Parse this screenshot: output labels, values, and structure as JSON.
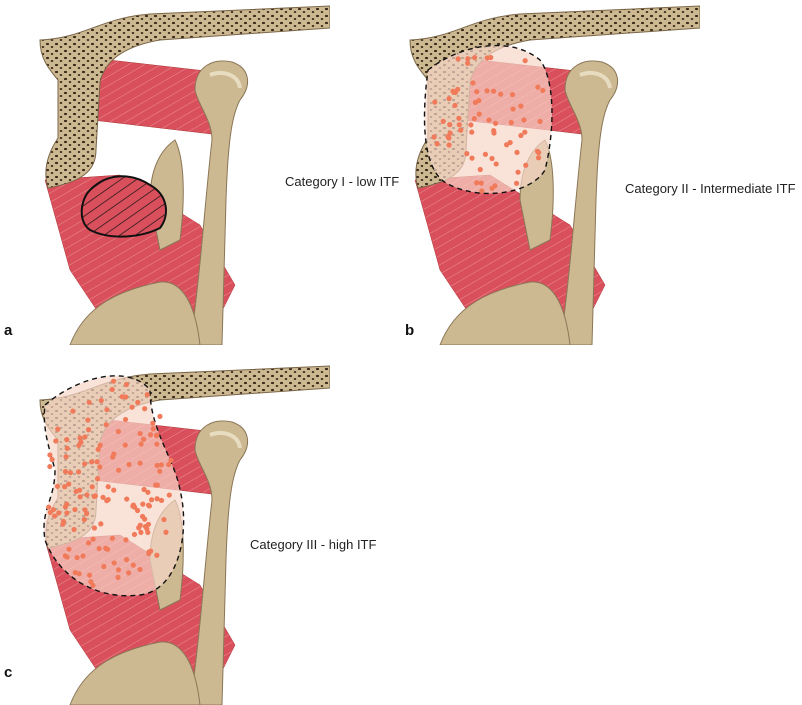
{
  "panels": [
    {
      "label": "a",
      "caption": "Category I - low ITF",
      "overlay": "hatched"
    },
    {
      "label": "b",
      "caption": "Category II - Intermediate ITF",
      "overlay": "dotted-medium"
    },
    {
      "label": "c",
      "caption": "Category III - high ITF",
      "overlay": "dotted-large"
    }
  ],
  "colors": {
    "bone": "#cdb991",
    "bone_light": "#e3d4b0",
    "muscle": "#d9505c",
    "dots": "#f07a5a",
    "outline": "#222222"
  }
}
